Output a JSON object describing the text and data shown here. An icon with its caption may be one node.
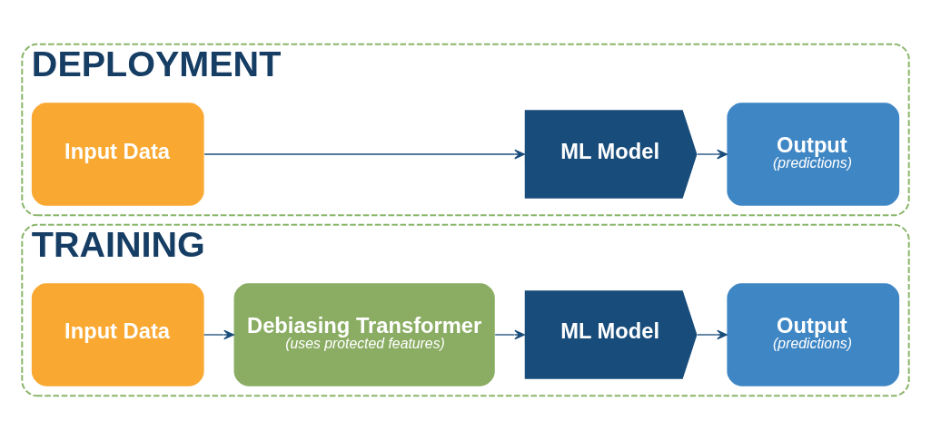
{
  "diagram": {
    "nodes": [
      {
        "text": [
          "TRAINING"
        ]
      },
      {
        "text": [
          "Input Data"
        ],
        "in": 0
      },
      {
        "text": [
          "Debiasing Transformer",
          "(uses protected features)"
        ],
        "in": 0
      },
      {
        "text": [
          "ML Model"
        ],
        "in": 0
      },
      {
        "text": [
          "Output",
          "(predictions)"
        ],
        "in": 0
      },
      {
        "text": [
          "DEPLOYMENT"
        ]
      },
      {
        "text": [
          "Input Data"
        ],
        "in": 5
      },
      {
        "text": [
          "ML Model"
        ],
        "in": 5
      },
      {
        "text": [
          "Output",
          "(predictions)"
        ],
        "in": 5
      }
    ],
    "edges": [
      {
        "from": 1,
        "to": 2,
        "arrow": "to"
      },
      {
        "from": 2,
        "to": 3,
        "arrow": "to"
      },
      {
        "from": 3,
        "to": 4,
        "arrow": "to"
      },
      {
        "from": 6,
        "to": 7,
        "arrow": "to"
      },
      {
        "from": 7,
        "to": 8,
        "arrow": "to"
      }
    ]
  }
}
